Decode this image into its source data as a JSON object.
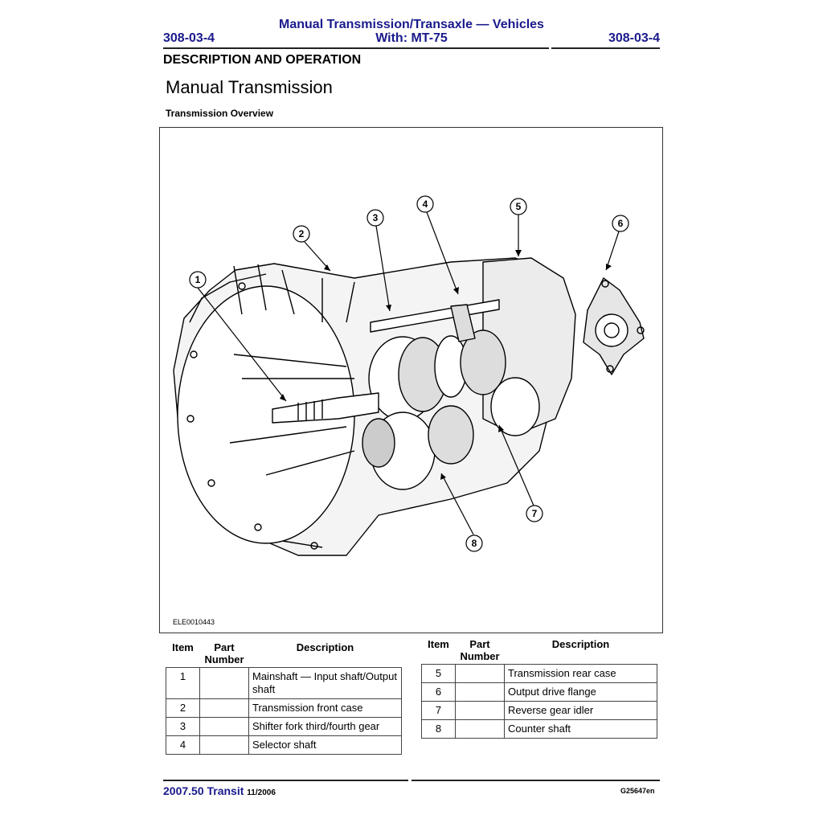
{
  "header": {
    "title_line1": "Manual Transmission/Transaxle — Vehicles",
    "title_line2": "With: MT-75",
    "page_left": "308-03-4",
    "page_right": "308-03-4"
  },
  "section_title": "DESCRIPTION AND OPERATION",
  "heading": "Manual Transmission",
  "subheading": "Transmission Overview",
  "figure": {
    "callouts": [
      "1",
      "2",
      "3",
      "4",
      "5",
      "6",
      "7",
      "8"
    ],
    "figure_id": "ELE0010443"
  },
  "table_headers": {
    "item": "Item",
    "part_number_line1": "Part",
    "part_number_line2": "Number",
    "description": "Description"
  },
  "parts_left": [
    {
      "item": "1",
      "part_number": "",
      "description": "Mainshaft — Input shaft/Output shaft"
    },
    {
      "item": "2",
      "part_number": "",
      "description": "Transmission front case"
    },
    {
      "item": "3",
      "part_number": "",
      "description": "Shifter fork third/fourth gear"
    },
    {
      "item": "4",
      "part_number": "",
      "description": "Selector shaft"
    }
  ],
  "parts_right": [
    {
      "item": "5",
      "part_number": "",
      "description": "Transmission rear case"
    },
    {
      "item": "6",
      "part_number": "",
      "description": "Output drive flange"
    },
    {
      "item": "7",
      "part_number": "",
      "description": "Reverse gear idler"
    },
    {
      "item": "8",
      "part_number": "",
      "description": "Counter shaft"
    }
  ],
  "footer": {
    "model": "2007.50 Transit",
    "date": "11/2006",
    "code": "G25647en"
  }
}
